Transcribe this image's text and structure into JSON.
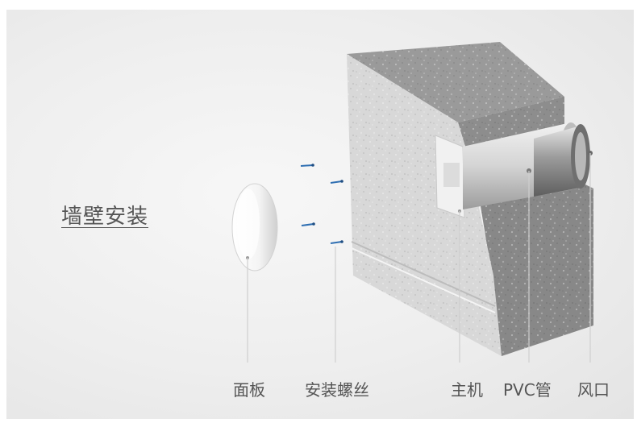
{
  "title": "墙壁安装",
  "labels": {
    "panel": "面板",
    "screws": "安装螺丝",
    "main_unit": "主机",
    "pvc_pipe": "PVC管",
    "vent": "风口"
  },
  "colors": {
    "background": "#efefef",
    "wall_front": "#d9d9d9",
    "wall_top": "#9a9a9a",
    "wall_side": "#8f8f8f",
    "screw": "#2f6fb2",
    "text": "#555555"
  }
}
